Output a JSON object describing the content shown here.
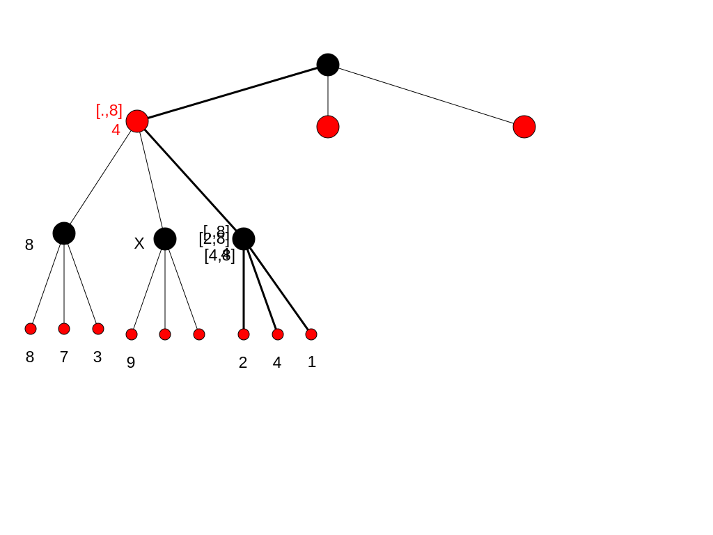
{
  "diagram": {
    "type": "game-tree",
    "colors": {
      "max_node": "#000000",
      "min_node": "#ff0000",
      "active_label": "#ff0000",
      "label": "#000000",
      "background": "#ffffff"
    },
    "nodes": {
      "root": {
        "color": "black",
        "labels": []
      },
      "a": {
        "color": "red",
        "labels": [
          "[.,8]",
          "4"
        ]
      },
      "b": {
        "color": "red",
        "labels": []
      },
      "c": {
        "color": "red",
        "labels": []
      },
      "a1": {
        "color": "black",
        "labels": [
          "8"
        ]
      },
      "a2": {
        "color": "black",
        "labels": [
          "X"
        ]
      },
      "a3": {
        "color": "black",
        "labels": [
          "[.,8]",
          "[2,8]",
          "[4,8]",
          "4"
        ]
      },
      "l1": {
        "color": "red",
        "labels": [
          "8"
        ]
      },
      "l2": {
        "color": "red",
        "labels": [
          "7"
        ]
      },
      "l3": {
        "color": "red",
        "labels": [
          "3"
        ]
      },
      "l4": {
        "color": "red",
        "labels": [
          "9"
        ]
      },
      "l5": {
        "color": "red",
        "labels": []
      },
      "l6": {
        "color": "red",
        "labels": []
      },
      "l7": {
        "color": "red",
        "labels": [
          "2"
        ]
      },
      "l8": {
        "color": "red",
        "labels": [
          "4"
        ]
      },
      "l9": {
        "color": "red",
        "labels": [
          "1"
        ]
      }
    },
    "edges": [
      {
        "from": "root",
        "to": "a",
        "bold": true
      },
      {
        "from": "root",
        "to": "b",
        "bold": false
      },
      {
        "from": "root",
        "to": "c",
        "bold": false
      },
      {
        "from": "a",
        "to": "a1",
        "bold": false
      },
      {
        "from": "a",
        "to": "a2",
        "bold": false
      },
      {
        "from": "a",
        "to": "a3",
        "bold": true
      },
      {
        "from": "a1",
        "to": "l1",
        "bold": false
      },
      {
        "from": "a1",
        "to": "l2",
        "bold": false
      },
      {
        "from": "a1",
        "to": "l3",
        "bold": false
      },
      {
        "from": "a2",
        "to": "l4",
        "bold": false
      },
      {
        "from": "a2",
        "to": "l5",
        "bold": false
      },
      {
        "from": "a2",
        "to": "l6",
        "bold": false
      },
      {
        "from": "a3",
        "to": "l7",
        "bold": true
      },
      {
        "from": "a3",
        "to": "l8",
        "bold": true
      },
      {
        "from": "a3",
        "to": "l9",
        "bold": true
      }
    ]
  }
}
